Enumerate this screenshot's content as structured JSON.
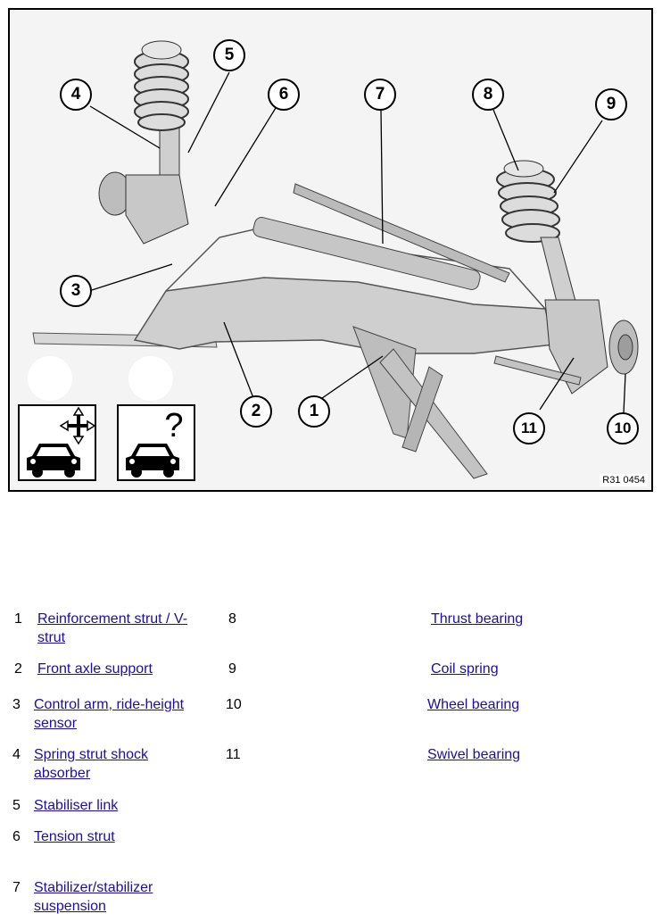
{
  "figure": {
    "ref_code": "R31 0454",
    "callouts": [
      "1",
      "2",
      "3",
      "4",
      "5",
      "6",
      "7",
      "8",
      "9",
      "10",
      "11"
    ],
    "icons": [
      "move-car-icon",
      "car-help-icon"
    ]
  },
  "legend": {
    "left": [
      {
        "num": "1",
        "line1": "Reinforcement strut / V-",
        "line2": "strut"
      },
      {
        "num": "2",
        "line1": "Front axle support",
        "line2": ""
      },
      {
        "num": "3",
        "line1": "Control arm, ride-height",
        "line2": "sensor"
      },
      {
        "num": "4",
        "line1": "Spring strut shock",
        "line2": "absorber"
      },
      {
        "num": "5",
        "line1": "Stabiliser link",
        "line2": ""
      },
      {
        "num": "6",
        "line1": "Tension strut",
        "line2": ""
      },
      {
        "num": "7",
        "line1": "Stabilizer/stabilizer",
        "line2": "suspension"
      }
    ],
    "right": [
      {
        "num": "8",
        "label": "Thrust bearing"
      },
      {
        "num": "9",
        "label": "Coil spring"
      },
      {
        "num": "10",
        "label": "Wheel bearing"
      },
      {
        "num": "11",
        "label": "Swivel bearing"
      }
    ]
  }
}
